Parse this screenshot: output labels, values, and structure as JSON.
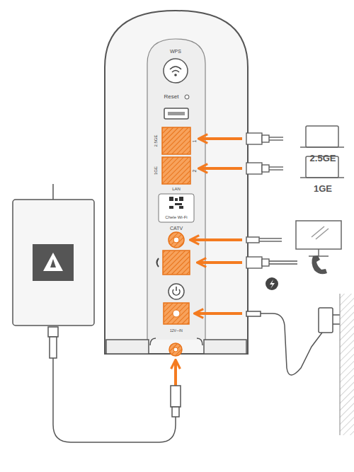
{
  "diagram": {
    "labels": [
      "WPS",
      "Reset",
      "2.5GE",
      "1",
      "1GE",
      "2",
      "LAN",
      "Chele Wi-Fi",
      "CATV",
      "12V⎓IN",
      "2.5GE",
      "1GE"
    ]
  }
}
